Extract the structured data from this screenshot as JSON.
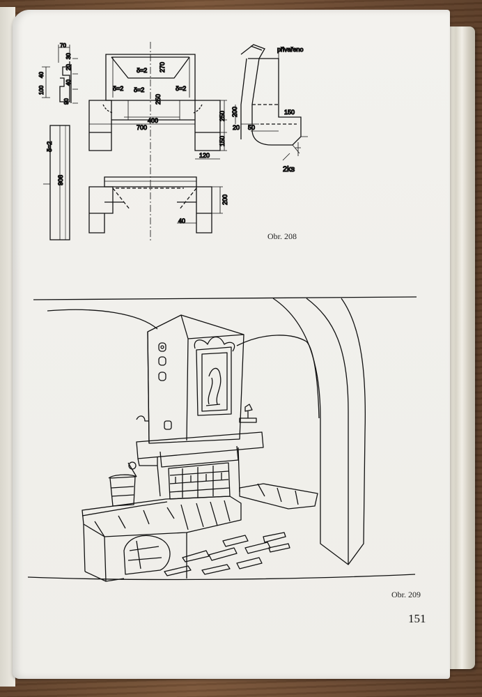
{
  "figure_208": {
    "caption": "Obr. 208",
    "dims": {
      "d70": "70",
      "d40a": "40",
      "d30": "30",
      "d20a": "20",
      "d40b": "40",
      "d100": "100",
      "d90": "90",
      "delta": "δ=2",
      "d270": "270",
      "d250a": "250",
      "d400": "400",
      "d700": "700",
      "d250b": "250",
      "d150a": "150",
      "d120": "120",
      "d906": "906",
      "d200a": "200",
      "d40c": "40",
      "privareno": "přivařeno",
      "d200b": "200",
      "d150b": "150",
      "d20b": "20",
      "d50": "50",
      "pieces": "2ks"
    }
  },
  "figure_209": {
    "caption": "Obr. 209"
  },
  "page_number": "151"
}
